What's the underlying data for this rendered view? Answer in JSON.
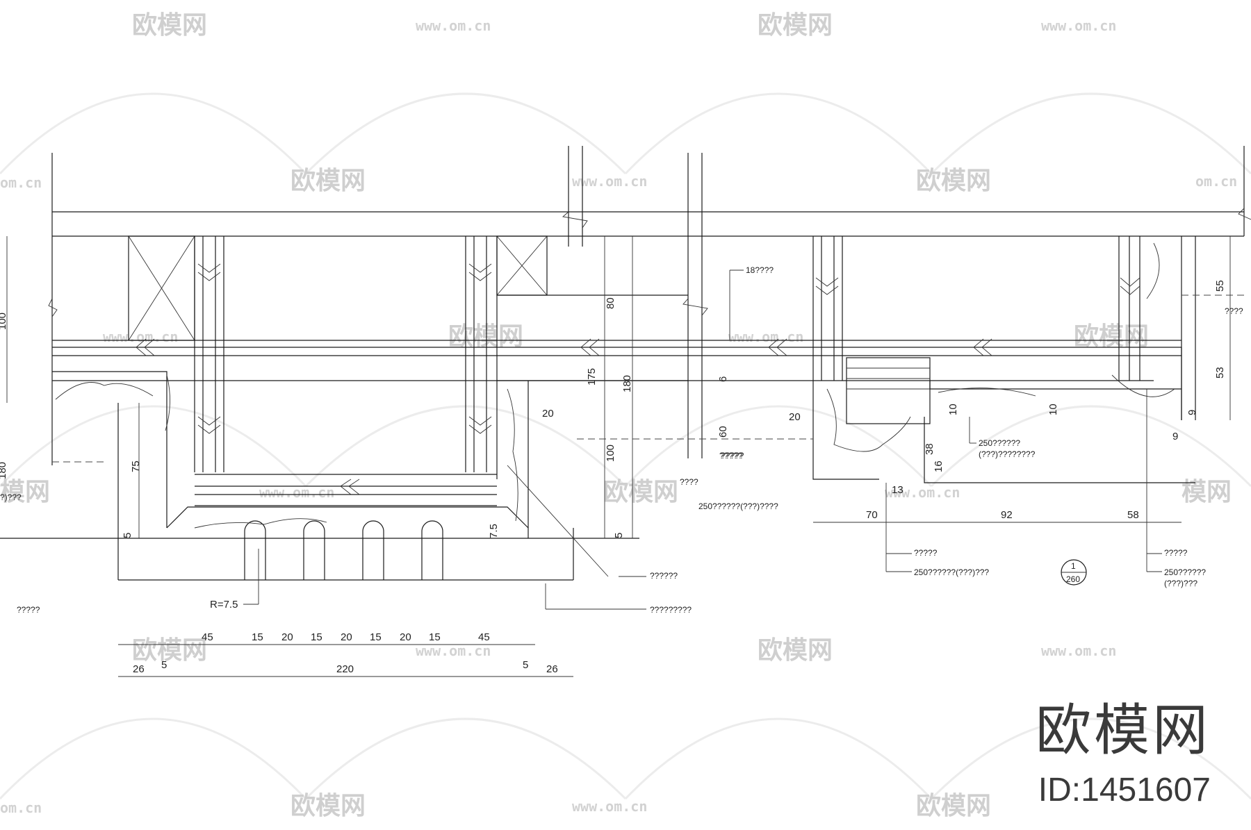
{
  "watermark": {
    "logo_text": "欧模网",
    "url_text": "www.om.cn",
    "url_fragment": "om.cn",
    "logo_fragment": "模网"
  },
  "brand": {
    "name": "欧模网",
    "id_label": "ID:1451607"
  },
  "left_detail": {
    "dims_bottom_row1": [
      "45",
      "15",
      "20",
      "15",
      "20",
      "15",
      "20",
      "15",
      "45"
    ],
    "dims_bottom_row2": [
      "26",
      "5",
      "220",
      "5",
      "26"
    ],
    "dims_vertical": [
      "75",
      "5",
      "80",
      "175",
      "180",
      "100",
      "5",
      "60",
      "6"
    ],
    "dims_misc": [
      "20",
      "7.5"
    ],
    "radius_label": "R=7.5",
    "notes": [
      "?????",
      "??????",
      "?????????",
      "?????",
      "????",
      "250??????(???)????",
      "18????",
      "?)???"
    ]
  },
  "right_detail": {
    "dims_horizontal": [
      "70",
      "92",
      "58",
      "20",
      "13"
    ],
    "dims_vertical": [
      "55",
      "53",
      "10",
      "10",
      "38",
      "16",
      "9",
      "9"
    ],
    "notes": [
      "250??????",
      "(???)????????",
      "????",
      "?????",
      "250??????(???)???",
      "?????",
      "250??????",
      "(???)???",
      "?????"
    ],
    "section_mark_top": "1",
    "section_mark_bottom": "260"
  },
  "edge_dims": [
    "100",
    "180"
  ]
}
